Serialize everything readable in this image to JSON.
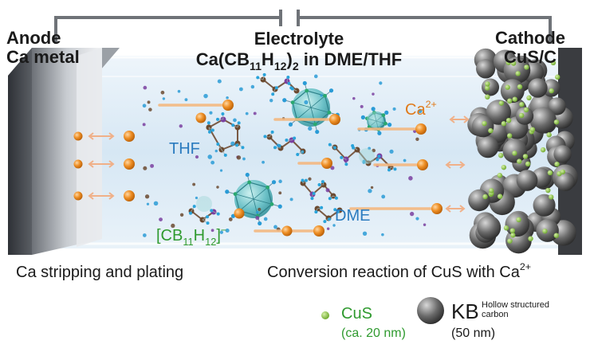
{
  "anode": {
    "line1": "Anode",
    "line2": "Ca metal"
  },
  "electrolyte": {
    "title": "Electrolyte",
    "formula_a": "Ca(CB",
    "formula_sub1": "11",
    "formula_b": "H",
    "formula_sub2": "12",
    "formula_c": ")",
    "formula_sub3": "2",
    "formula_d": " in DME/THF"
  },
  "cathode": {
    "line1": "Cathode",
    "line2": "CuS/C"
  },
  "ion_label": {
    "base": "Ca",
    "charge": "2+"
  },
  "solvent_labels": {
    "thf": "THF",
    "dme": "DME"
  },
  "anion_label": {
    "a": "[CB",
    "sub1": "11",
    "b": "H",
    "sub2": "12",
    "c": "]",
    "charge": "−"
  },
  "captions": {
    "left": "Ca stripping and plating",
    "right_text": "Conversion reaction of CuS with Ca",
    "right_charge": "2+"
  },
  "legend": {
    "cus_name": "CuS",
    "cus_size": "(ca. 20 nm)",
    "kb_name": "KB",
    "kb_desc_1": "Hollow structured",
    "kb_desc_2": "carbon",
    "kb_size": "(50 nm)"
  },
  "colors": {
    "ion": "#e8891d",
    "arrow": "#f3b57a",
    "cus": "#8bc34a",
    "kb": "#6e6e6e",
    "electrolyte_bg": "#d9e9f5"
  }
}
